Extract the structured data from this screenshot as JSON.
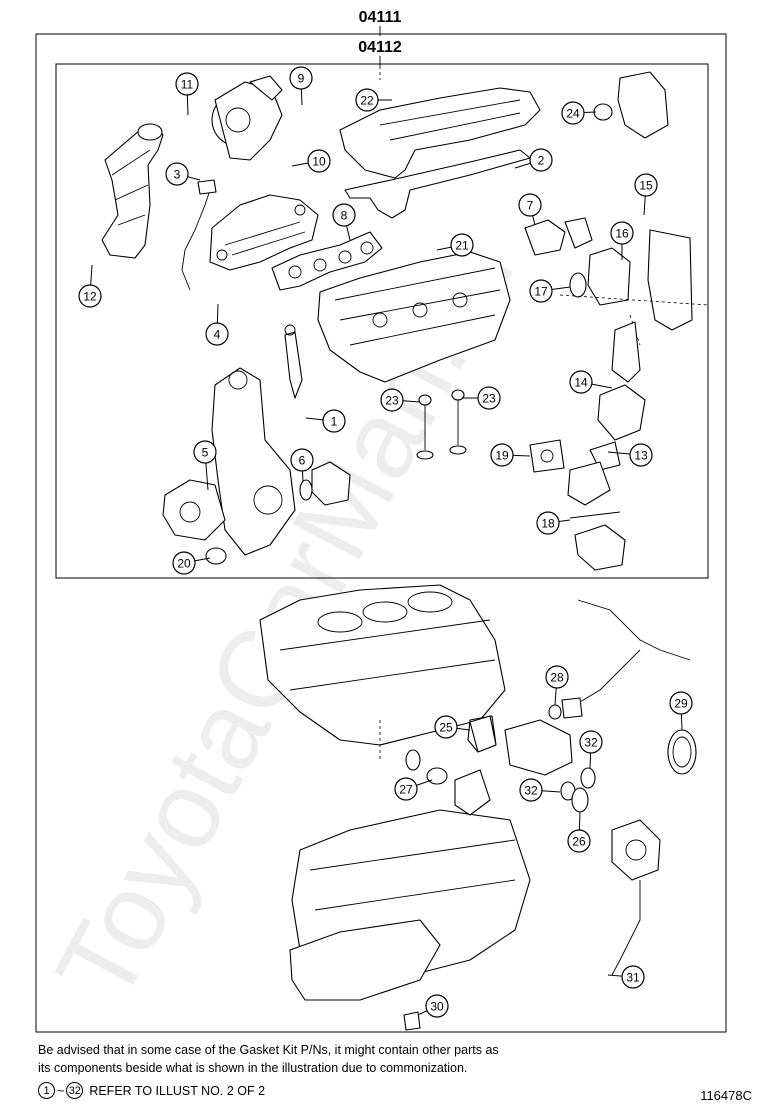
{
  "assembly_labels": {
    "outer": "04111",
    "inner": "04112"
  },
  "watermark": "ToyotaCarMan.ru",
  "callouts": [
    "1",
    "2",
    "3",
    "4",
    "5",
    "6",
    "7",
    "8",
    "9",
    "10",
    "11",
    "12",
    "13",
    "14",
    "15",
    "16",
    "17",
    "18",
    "19",
    "20",
    "21",
    "22",
    "23",
    "23",
    "24",
    "25",
    "26",
    "27",
    "28",
    "29",
    "30",
    "31",
    "32",
    "32"
  ],
  "notes": {
    "line1": "Be advised that in some case of the Gasket Kit P/Ns,  it might contain other parts as",
    "line2": "its components beside what is shown in the illustration due to commonization.",
    "ref_from": "1",
    "ref_sep": "~",
    "ref_to": "32",
    "ref_text": "REFER TO ILLUST NO. 2 OF 2"
  },
  "illustration_code": "116478C"
}
